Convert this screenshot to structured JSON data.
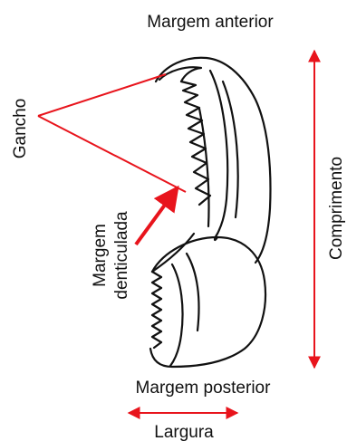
{
  "labels": {
    "anterior": "Margem anterior",
    "posterior": "Margem posterior",
    "hook": "Gancho",
    "denticulate_line1": "Margem",
    "denticulate_line2": "denticulada",
    "length": "Comprimento",
    "width": "Largura"
  },
  "colors": {
    "annotation": "#e8141c",
    "outline": "#111111",
    "text": "#111111"
  }
}
